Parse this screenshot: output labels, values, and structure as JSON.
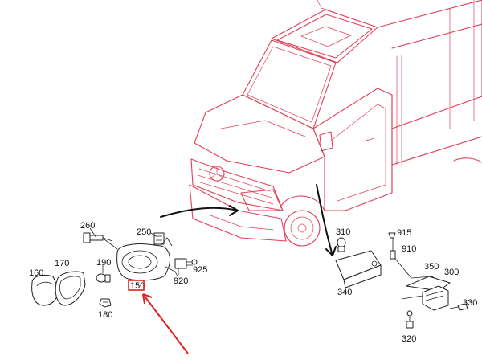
{
  "diagram": {
    "callouts": [
      {
        "id": "260",
        "label": "260"
      },
      {
        "id": "250",
        "label": "250"
      },
      {
        "id": "160",
        "label": "160"
      },
      {
        "id": "170",
        "label": "170"
      },
      {
        "id": "190",
        "label": "190"
      },
      {
        "id": "150",
        "label": "150",
        "highlighted": true
      },
      {
        "id": "180",
        "label": "180"
      },
      {
        "id": "920",
        "label": "920"
      },
      {
        "id": "925",
        "label": "925"
      },
      {
        "id": "310",
        "label": "310"
      },
      {
        "id": "340",
        "label": "340"
      },
      {
        "id": "915",
        "label": "915"
      },
      {
        "id": "910",
        "label": "910"
      },
      {
        "id": "350",
        "label": "350"
      },
      {
        "id": "300",
        "label": "300"
      },
      {
        "id": "330",
        "label": "330"
      },
      {
        "id": "320",
        "label": "320"
      }
    ],
    "colors": {
      "vehicle_outline": "#e0405a",
      "parts": "#222222",
      "highlight": "#e02020"
    }
  }
}
